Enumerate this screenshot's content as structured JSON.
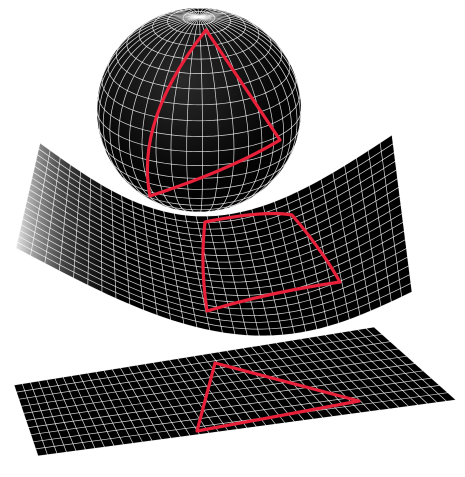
{
  "colors": {
    "background": "#ffffff",
    "surface": "#000000",
    "grid": "#ffffff",
    "triangle": "#e8203a"
  },
  "surfaces": [
    {
      "id": "sphere",
      "shape": "sphere",
      "curvature": "positive",
      "grid_divisions": 20,
      "triangle_shown": true
    },
    {
      "id": "saddle",
      "shape": "saddle",
      "curvature": "negative",
      "grid_divisions": 32,
      "triangle_shown": true
    },
    {
      "id": "plane",
      "shape": "plane",
      "curvature": "zero",
      "grid_divisions": 44,
      "triangle_shown": true
    }
  ]
}
